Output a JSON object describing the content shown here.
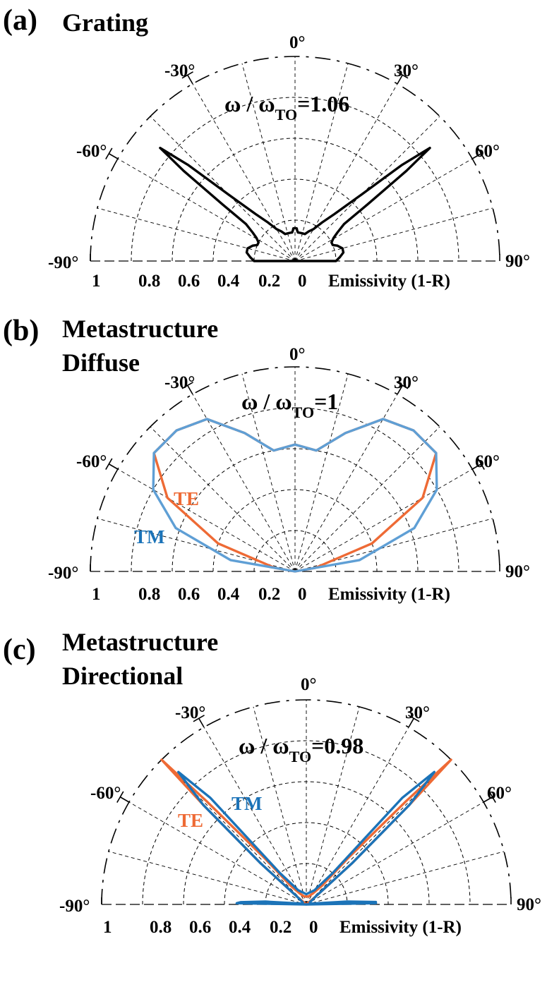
{
  "colors": {
    "grating": "#000000",
    "TE": "#ee6a35",
    "TM": "#1b73b8",
    "TM_light": "#5f9fd5"
  },
  "chart_data": [
    {
      "type": "polar",
      "panel_label": "(a)",
      "title_lines": [
        "Grating"
      ],
      "annotation": {
        "prefix": "ω / ω",
        "sub": "TO",
        "suffix": "=1.06"
      },
      "angle_ticks": [
        "-90°",
        "-60°",
        "-30°",
        "0°",
        "30°",
        "60°",
        "90°"
      ],
      "radial_ticks": [
        "1",
        "0.8",
        "0.6",
        "0.4",
        "0.2",
        "0"
      ],
      "radial_axis_label": "Emissivity (1-R)",
      "rlim": [
        0,
        1
      ],
      "series": [
        {
          "name": "",
          "color": "#000000",
          "angles_deg": [
            -90,
            -85,
            -80,
            -75,
            -70,
            -67,
            -63,
            -59,
            -56,
            -53,
            -52,
            -51,
            -50,
            -48,
            -45,
            -40,
            -35,
            -30,
            -25,
            -20,
            -15,
            -10,
            -6,
            -4,
            -3,
            -1,
            0,
            1,
            3,
            4,
            6,
            10,
            15,
            20,
            25,
            30,
            35,
            40,
            45,
            48,
            50,
            51,
            52,
            53,
            56,
            59,
            63,
            67,
            70,
            75,
            80,
            85,
            90
          ],
          "r": [
            0.2,
            0.22,
            0.24,
            0.24,
            0.22,
            0.2,
            0.2,
            0.22,
            0.25,
            0.3,
            0.45,
            0.7,
            0.86,
            0.7,
            0.46,
            0.3,
            0.23,
            0.18,
            0.16,
            0.14,
            0.14,
            0.14,
            0.14,
            0.15,
            0.16,
            0.16,
            0.16,
            0.16,
            0.16,
            0.15,
            0.14,
            0.14,
            0.14,
            0.14,
            0.16,
            0.18,
            0.23,
            0.3,
            0.46,
            0.7,
            0.86,
            0.7,
            0.45,
            0.3,
            0.25,
            0.22,
            0.2,
            0.2,
            0.22,
            0.24,
            0.24,
            0.22,
            0.2
          ]
        }
      ]
    },
    {
      "type": "polar",
      "panel_label": "(b)",
      "title_lines": [
        "Metastructure",
        "Diffuse"
      ],
      "annotation": {
        "prefix": "ω / ω",
        "sub": "TO",
        "suffix": "=1"
      },
      "angle_ticks": [
        "-90°",
        "-60°",
        "-30°",
        "0°",
        "30°",
        "60°",
        "90°"
      ],
      "radial_ticks": [
        "1",
        "0.8",
        "0.6",
        "0.4",
        "0.2",
        "0"
      ],
      "radial_axis_label": "Emissivity (1-R)",
      "rlim": [
        0,
        1
      ],
      "series": [
        {
          "name": "TE",
          "color": "#ee6a35",
          "angles_deg": [
            -90,
            -80,
            -70,
            -60,
            -50,
            -40,
            -30,
            -20,
            -10,
            0,
            10,
            20,
            30,
            40,
            50,
            60,
            70,
            80,
            90
          ],
          "r": [
            0.0,
            0.1,
            0.4,
            0.72,
            0.9,
            0.9,
            0.86,
            0.72,
            0.6,
            0.62,
            0.6,
            0.72,
            0.86,
            0.9,
            0.9,
            0.72,
            0.4,
            0.1,
            0.0
          ]
        },
        {
          "name": "TM",
          "color": "#5f9fd5",
          "angles_deg": [
            -90,
            -80,
            -70,
            -60,
            -50,
            -40,
            -30,
            -20,
            -10,
            0,
            10,
            20,
            30,
            40,
            50,
            60,
            70,
            80,
            90
          ],
          "r": [
            0.0,
            0.32,
            0.62,
            0.8,
            0.9,
            0.9,
            0.86,
            0.72,
            0.6,
            0.62,
            0.6,
            0.72,
            0.86,
            0.9,
            0.9,
            0.8,
            0.62,
            0.32,
            0.0
          ]
        }
      ]
    },
    {
      "type": "polar",
      "panel_label": "(c)",
      "title_lines": [
        "Metastructure",
        "Directional"
      ],
      "annotation": {
        "prefix": "ω / ω",
        "sub": "TO",
        "suffix": "=0.98"
      },
      "angle_ticks": [
        "-90°",
        "-60°",
        "-30°",
        "0°",
        "30°",
        "60°",
        "90°"
      ],
      "radial_ticks": [
        "1",
        "0.8",
        "0.6",
        "0.4",
        "0.2",
        "0"
      ],
      "radial_axis_label": "Emissivity (1-R)",
      "rlim": [
        0,
        1
      ],
      "series": [
        {
          "name": "TE",
          "color": "#ee6a35",
          "angles_deg": [
            -90,
            -60,
            -50,
            -48,
            -46,
            -45,
            -44,
            -42,
            -40,
            -30,
            -15,
            0,
            15,
            30,
            40,
            42,
            44,
            45,
            46,
            48,
            50,
            60,
            90
          ],
          "r": [
            0.0,
            0.0,
            0.06,
            0.3,
            0.7,
            1.0,
            0.7,
            0.3,
            0.12,
            0.06,
            0.04,
            0.04,
            0.04,
            0.06,
            0.12,
            0.3,
            0.7,
            1.0,
            0.7,
            0.3,
            0.06,
            0.0,
            0.0
          ]
        },
        {
          "name": "TM",
          "color": "#1b73b8",
          "angles_deg": [
            -90,
            -89,
            -88,
            -86,
            -84,
            -80,
            -70,
            -60,
            -50,
            -48,
            -46,
            -44,
            -42,
            -40,
            -30,
            -15,
            0,
            15,
            30,
            40,
            42,
            44,
            46,
            48,
            50,
            60,
            70,
            80,
            84,
            86,
            88,
            89,
            90
          ],
          "r": [
            0.0,
            0.34,
            0.32,
            0.2,
            0.05,
            0.02,
            0.02,
            0.02,
            0.06,
            0.3,
            0.7,
            0.9,
            0.7,
            0.2,
            0.08,
            0.06,
            0.05,
            0.06,
            0.08,
            0.2,
            0.7,
            0.9,
            0.7,
            0.3,
            0.06,
            0.02,
            0.02,
            0.02,
            0.05,
            0.2,
            0.34,
            0.34,
            0.0
          ]
        }
      ]
    }
  ]
}
